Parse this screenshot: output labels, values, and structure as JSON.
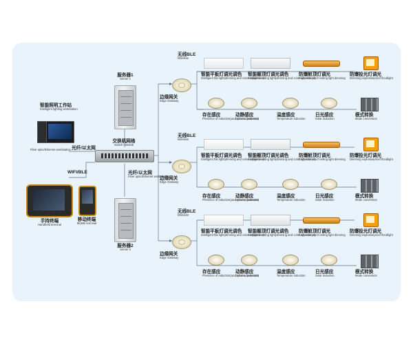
{
  "server1": {
    "cn": "服务器1",
    "en": "Server 1"
  },
  "server2": {
    "cn": "服务器2",
    "en": "Server 2"
  },
  "switch": {
    "cn": "交换机网络",
    "en": "Switch network"
  },
  "workstation": {
    "cn": "智能照明工作站",
    "en": "Intelligent lighting workstation"
  },
  "fiber_ws": {
    "cn": "光纤/以太网",
    "en": "Fiber optic/Ethernet workstation"
  },
  "fiber_left": {
    "en": "Fiber optic/Ethernet workstation"
  },
  "wifi": "WIFI/BLE",
  "handheld": {
    "cn": "手持终端",
    "en": "Handheld terminal"
  },
  "mobile": {
    "cn": "移动终端",
    "en": "Mobile terminal"
  },
  "groups": [
    {
      "wireless": {
        "cn": "无线BLE",
        "en": "Wireless"
      },
      "gateway": {
        "cn": "边缘网关",
        "en": "Edge Gateway"
      },
      "top": [
        {
          "cn": "智能平板灯调光调色",
          "en": "Intelligent flat light(dimming and color adjustment)"
        },
        {
          "cn": "智能棚顶灯调光调色",
          "en": "Intelligent ceiling light(dimming and color adjustment)"
        },
        {
          "cn": "防爆舱顶灯调光",
          "en": "Explosion proof ceiling light dimming"
        },
        {
          "cn": "防爆投光灯调光",
          "en": "Dimming explosionproof floodlight"
        }
      ],
      "bottom": [
        {
          "cn": "存在感应",
          "en": "Presence of induction(and color adjustment)"
        },
        {
          "cn": "动静感应",
          "en": "Dynamic induction"
        },
        {
          "cn": "温度感应",
          "en": "Temperature induction"
        },
        {
          "cn": "日光感应",
          "en": "Solar induction"
        },
        {
          "cn": "模式转换",
          "en": "Mode conversion"
        }
      ]
    },
    {
      "wireless": {
        "cn": "无线BLE",
        "en": "Wireless"
      },
      "gateway": {
        "cn": "边缘网关",
        "en": "Edge Gateway"
      },
      "top": [
        {
          "cn": "智能平板灯调光调色",
          "en": "Intelligent flat light(dimming and color adjustment)"
        },
        {
          "cn": "智能棚顶灯调光调色",
          "en": "Intelligent ceiling light(dimming and color adjustment)"
        },
        {
          "cn": "防爆舱顶灯调光",
          "en": "Explosion proof ceiling light dimming"
        },
        {
          "cn": "防爆投光灯调光",
          "en": "Dimming explosionproof floodlight"
        }
      ],
      "bottom": [
        {
          "cn": "存在感应",
          "en": "Presence of induction(and color adjustment)"
        },
        {
          "cn": "动静感应",
          "en": "Dynamic induction"
        },
        {
          "cn": "温度感应",
          "en": "Temperature induction"
        },
        {
          "cn": "日光感应",
          "en": "Solar induction"
        },
        {
          "cn": "模式转换",
          "en": "Mode conversion"
        }
      ]
    },
    {
      "wireless": {
        "cn": "无线BLE",
        "en": "Wireless"
      },
      "gateway": {
        "cn": "边缘网关",
        "en": "Edge Gateway"
      },
      "top": [
        {
          "cn": "智能平板灯调光调色",
          "en": "Intelligent flat light(dimming and color adjustment)"
        },
        {
          "cn": "智能棚顶灯调光调色",
          "en": "Intelligent ceiling light(dimming and color adjustment)"
        },
        {
          "cn": "防爆舱顶灯调光",
          "en": "Explosion proof ceiling light dimming"
        },
        {
          "cn": "防爆投光灯调光",
          "en": "Dimming explosionproof floodlight"
        }
      ],
      "bottom": [
        {
          "cn": "存在感应",
          "en": "Presence of induction(and color adjustment)"
        },
        {
          "cn": "动静感应",
          "en": "Dynamic induction"
        },
        {
          "cn": "温度感应",
          "en": "Temperature induction"
        },
        {
          "cn": "日光感应",
          "en": "Solar induction"
        },
        {
          "cn": "模式转换",
          "en": "Mode conversion"
        }
      ]
    }
  ]
}
